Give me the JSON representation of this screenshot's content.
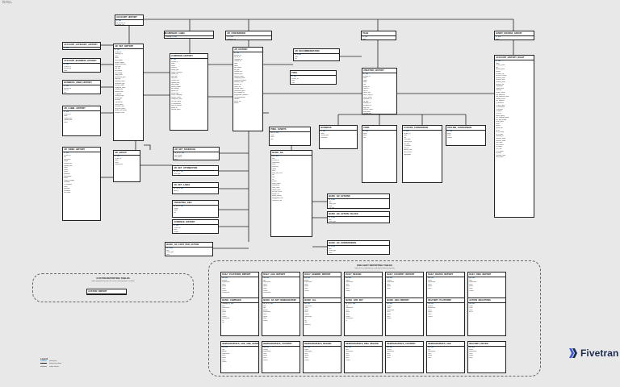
{
  "header": {
    "line1": "dbt_fivetran",
    "line2": "ERD diagram"
  },
  "brand": {
    "name": "Fivetran",
    "color": "#1d2b4f",
    "accent": "#3a5bd9"
  },
  "colors": {
    "line": "#222222",
    "key_highlight": "#7fbde6",
    "background": "#e8e8e8"
  },
  "legend": {
    "title": "Legend",
    "items": [
      {
        "label": "primary key",
        "color": "#7fbde6"
      },
      {
        "label": "foreign key relation",
        "color": "#222222"
      },
      {
        "label": "unique column",
        "color": "#999999"
      }
    ]
  },
  "groups": [
    {
      "id": "g_custom",
      "title": "CUSTOM REPORTING TABLES",
      "subtitle": "tables populated only when the custom reporting option is enabled"
    },
    {
      "id": "g_bottom",
      "title": "ONE-SHOT REPORTING TABLES",
      "subtitle": "tables that are replicated once and kept for historical reporting"
    }
  ],
  "tables": [
    {
      "id": "t_account_history",
      "name": "ACCOUNT_HISTORY",
      "rows": [
        "id",
        "ad_account_id",
        "created_time",
        "name",
        "status",
        "timezone"
      ]
    },
    {
      "id": "t_account_cat",
      "name": "ACCOUNT_CATEGORY_HISTORY",
      "rows": [
        "id",
        "account_id",
        "category"
      ]
    },
    {
      "id": "t_account_bus",
      "name": "ACCOUNT_BUSINESS_HISTORY",
      "rows": [
        "id",
        "account_id",
        "business_id",
        "name"
      ]
    },
    {
      "id": "t_business_uid",
      "name": "BUSINESS_USER_HISTORY",
      "rows": [
        "id",
        "business_id",
        "user_id",
        "role"
      ]
    },
    {
      "id": "t_ad_label",
      "name": "AD_LABEL_HISTORY",
      "rows": [
        "id",
        "account_id",
        "name",
        "created_time",
        "updated_time",
        "status"
      ]
    },
    {
      "id": "t_ad_video",
      "name": "AD_VIDEO_HISTORY",
      "rows": [
        "id",
        "account_id",
        "title",
        "description",
        "length",
        "created_time",
        "updated_time",
        "status",
        "source",
        "picture",
        "published",
        "embeddable",
        "format",
        "content_category",
        "thumbnail",
        "is_instagram",
        "views",
        "permalink",
        "backdated",
        "live_status"
      ]
    },
    {
      "id": "t_adset_history",
      "name": "AD_SET_HISTORY",
      "rows": [
        "id",
        "account_id",
        "campaign_id",
        "name",
        "status",
        "daily_budget",
        "lifetime_budget",
        "budget_remaining",
        "start_time",
        "end_time",
        "bid_amount",
        "bid_strategy",
        "billing_event",
        "optimization_goal",
        "targeting",
        "promoted_object",
        "destination_type",
        "effective_status",
        "configured_status",
        "created_time",
        "updated_time",
        "is_dynamic",
        "learning_stage",
        "pacing_type",
        "recurring",
        "rf_prediction",
        "source_adset",
        "attribution_spec",
        "daily_min_spend",
        "lifetime_min_spend",
        "instagram_actor"
      ]
    },
    {
      "id": "t_ad_group",
      "name": "AD_GROUP",
      "rows": [
        "id",
        "account_id",
        "name",
        "status",
        "created_time"
      ]
    },
    {
      "id": "t_campaign_hist",
      "name": "CAMPAIGN_HISTORY",
      "rows": [
        "id",
        "account_id",
        "name",
        "status",
        "objective",
        "buying_type",
        "budget_rebalance",
        "spend_cap",
        "start_time",
        "stop_time",
        "created_time",
        "updated_time",
        "daily_budget",
        "lifetime_budget",
        "bid_strategy",
        "special_ad",
        "pacing_type",
        "source_campaign",
        "effective_status",
        "configured_status",
        "can_use_spend",
        "is_skadnetwork",
        "smart_promotion",
        "topline_id",
        "boosted_object"
      ]
    },
    {
      "id": "t_campaign_label",
      "name": "CAMPAIGN_LABEL",
      "rows": [
        "campaign_id",
        "label_id"
      ]
    },
    {
      "id": "t_ad_history",
      "name": "AD_HISTORY",
      "rows": [
        "id",
        "account_id",
        "ad_set_id",
        "campaign_id",
        "creative_id",
        "name",
        "status",
        "bid_amount",
        "bid_type",
        "created_time",
        "updated_time",
        "effective_status",
        "configured_status",
        "conversion_domain",
        "demolink_hash",
        "preview_url",
        "source_ad",
        "tracking_specs",
        "conversion_specs",
        "last_updated_by",
        "engagement_audience",
        "recommendations",
        "adlabels",
        "issues_info",
        "priority"
      ]
    },
    {
      "id": "t_ad_conversion",
      "name": "AD_CONVERSION",
      "rows": [
        "ad_id",
        "conversion_id",
        "value"
      ]
    },
    {
      "id": "t_ad_recommend",
      "name": "AD_RECOMMENDATION",
      "rows": [
        "ad_id",
        "code",
        "title",
        "message",
        "importance"
      ]
    },
    {
      "id": "t_creative_hist",
      "name": "CREATIVE_HISTORY",
      "rows": [
        "id",
        "account_id",
        "name",
        "status",
        "body",
        "title",
        "image_url",
        "video_id",
        "link_url",
        "object_type",
        "object_story_id",
        "call_to_action",
        "thumbnail_url",
        "url_tags",
        "template_url",
        "instagram_id",
        "page_link",
        "effective_object",
        "asset_feed",
        "created_time"
      ]
    },
    {
      "id": "t_adset_schedule",
      "name": "AD_SET_SCHEDULE",
      "rows": [
        "ad_set_id",
        "start_minute",
        "end_minute",
        "days"
      ]
    },
    {
      "id": "t_adset_attr",
      "name": "AD_SET_ATTRIBUTION",
      "rows": [
        "ad_set_id",
        "event_type",
        "window_days"
      ]
    },
    {
      "id": "t_adset_label",
      "name": "AD_SET_LABEL",
      "rows": [
        "ad_set_id",
        "label_id"
      ]
    },
    {
      "id": "t_targeting_geo",
      "name": "TARGETING_GEO",
      "rows": [
        "ad_set_id",
        "country",
        "region",
        "city"
      ]
    },
    {
      "id": "t_audience_hist",
      "name": "AUDIENCE_HISTORY",
      "rows": [
        "id",
        "account_id",
        "name",
        "subtype",
        "size"
      ]
    },
    {
      "id": "t_insights",
      "name": "BASIC_AD",
      "rows": [
        "ad_id",
        "date",
        "account_id",
        "impressions",
        "reach",
        "frequency",
        "spend",
        "clicks",
        "inline_link_clicks",
        "cpc",
        "cpm",
        "ctr",
        "actions",
        "action_values",
        "conversions",
        "video_views",
        "unique_clicks",
        "cost_per_action",
        "website_ctr",
        "quality_ranking",
        "engagement_rate",
        "conversion_rate"
      ]
    },
    {
      "id": "t_ad_actions",
      "name": "BASIC_AD_ACTIONS",
      "rows": [
        "ad_id",
        "date",
        "action_type",
        "value",
        "_1d_click",
        "_7d_click",
        "_1d_view",
        "inline",
        "index"
      ]
    },
    {
      "id": "t_ad_action_val",
      "name": "BASIC_AD_ACTION_VALUES",
      "rows": [
        "ad_id",
        "date",
        "action_type",
        "value"
      ]
    },
    {
      "id": "t_ad_conv",
      "name": "BASIC_AD_CONVERSIONS",
      "rows": [
        "ad_id",
        "date",
        "action_type",
        "value"
      ]
    },
    {
      "id": "t_ad_cost",
      "name": "BASIC_AD_COST_PER_ACTION",
      "rows": [
        "ad_id",
        "date",
        "action_type",
        "value"
      ]
    },
    {
      "id": "t_page",
      "name": "PAGE",
      "rows": [
        "id",
        "name",
        "category",
        "link"
      ]
    },
    {
      "id": "t_pixel",
      "name": "PIXEL",
      "rows": [
        "id",
        "account_id",
        "name",
        "code",
        "created_time"
      ]
    },
    {
      "id": "t_pixel_events",
      "name": "PIXEL_EVENTS",
      "rows": [
        "pixel_id",
        "event",
        "count",
        "date"
      ]
    },
    {
      "id": "t_business",
      "name": "BUSINESS",
      "rows": [
        "id",
        "name",
        "created_time",
        "verification"
      ]
    },
    {
      "id": "t_user",
      "name": "USER",
      "rows": [
        "id",
        "name",
        "email",
        "role"
      ]
    },
    {
      "id": "t_custom_conv",
      "name": "CUSTOM_CONVERSION",
      "rows": [
        "id",
        "account_id",
        "name",
        "rule",
        "event_type",
        "created_time",
        "last_fired",
        "is_archived",
        "pixel_id",
        "default_value",
        "data_sources",
        "aggregation"
      ]
    },
    {
      "id": "t_offline_conv",
      "name": "OFFLINE_CONVERSION",
      "rows": [
        "id",
        "name",
        "event",
        "upload"
      ]
    },
    {
      "id": "t_event_source",
      "name": "EVENT_SOURCE_GROUP",
      "rows": [
        "id",
        "name",
        "owner",
        "created_time"
      ]
    },
    {
      "id": "t_product_cat",
      "name": "PRODUCT_CATALOG",
      "rows": [
        "id",
        "name",
        "vertical",
        "product_count"
      ]
    },
    {
      "id": "t_account_hist_r",
      "name": "ACCOUNT_HISTORY_RIGHT",
      "rows": [
        "id",
        "name",
        "account_status",
        "age",
        "amount_spent",
        "balance",
        "business_city",
        "business_country",
        "business_name",
        "business_state",
        "business_street",
        "business_zip",
        "capabilities",
        "created_time",
        "currency",
        "disable_reason",
        "end_advertiser",
        "end_advertiser_name",
        "funding_source",
        "has_migrated",
        "is_attribution",
        "is_direct_deals",
        "is_notifications",
        "is_personal",
        "is_prepay",
        "is_tax_id",
        "media_agency",
        "min_campaign_group",
        "min_daily_budget",
        "offsite_pixels",
        "owner",
        "partner",
        "spend_cap",
        "tax_id",
        "tax_id_status",
        "tax_id_type",
        "timezone_id",
        "timezone_name",
        "timezone_offset",
        "user_tasks",
        "user_access",
        "io_number",
        "is_in_3ds",
        "is_in_middle",
        "fb_entity",
        "extended_credit",
        "direct_deals"
      ]
    },
    {
      "id": "t_custom_rep",
      "name": "CUSTOM_REPORT",
      "rows": [
        "id",
        "name"
      ]
    },
    {
      "id": "t_r1",
      "name": "DAILY_PLATFORM_REPORT",
      "rows": [
        "date",
        "platform",
        "impressions",
        "clicks",
        "spend",
        "reach",
        "actions",
        "conversions"
      ]
    },
    {
      "id": "t_r2",
      "name": "DAILY_AGE_REPORT",
      "rows": [
        "date",
        "age",
        "impressions",
        "clicks",
        "spend",
        "reach",
        "actions",
        "conversions"
      ]
    },
    {
      "id": "t_r3",
      "name": "DAILY_GENDER_REPORT",
      "rows": [
        "date",
        "gender",
        "impressions",
        "clicks",
        "spend",
        "reach",
        "actions"
      ]
    },
    {
      "id": "t_r4",
      "name": "DAILY_REGION",
      "rows": [
        "date",
        "region",
        "impressions",
        "clicks",
        "spend",
        "reach",
        "actions"
      ]
    },
    {
      "id": "t_r5",
      "name": "DAILY_COUNTRY_REPORT",
      "rows": [
        "date",
        "country",
        "impressions",
        "clicks",
        "spend",
        "reach"
      ]
    },
    {
      "id": "t_r6",
      "name": "DAILY_DEVICE_REPORT",
      "rows": [
        "date",
        "device",
        "impressions",
        "clicks",
        "spend",
        "reach"
      ]
    },
    {
      "id": "t_r7",
      "name": "DAILY_DMA_REPORT",
      "rows": [
        "date",
        "dma",
        "impressions",
        "clicks",
        "spend",
        "reach",
        "actions"
      ]
    },
    {
      "id": "t_r8",
      "name": "BASIC_CAMPAIGN",
      "rows": [
        "campaign_id",
        "date",
        "impressions",
        "clicks",
        "spend",
        "reach",
        "actions",
        "conversions",
        "ctr",
        "cpc"
      ]
    },
    {
      "id": "t_r9",
      "name": "BASIC_AD_SET_DEMOGRAPHIC",
      "rows": [
        "ad_set_id",
        "date",
        "age",
        "gender",
        "impressions",
        "clicks",
        "spend",
        "reach",
        "actions"
      ]
    },
    {
      "id": "t_r10",
      "name": "BASIC_ALL",
      "rows": [
        "date",
        "impressions",
        "clicks",
        "spend",
        "reach",
        "actions",
        "conversions",
        "ctr",
        "cpc",
        "cpm",
        "frequency"
      ]
    },
    {
      "id": "t_r11",
      "name": "BASIC_ADS_SET",
      "rows": [
        "ad_set_id",
        "date",
        "impressions",
        "clicks",
        "spend",
        "reach",
        "actions",
        "conversions",
        "ctr"
      ]
    },
    {
      "id": "t_r12",
      "name": "BASIC_GEO_REPORT",
      "rows": [
        "date",
        "country",
        "region",
        "impressions",
        "clicks",
        "spend",
        "reach",
        "actions"
      ]
    },
    {
      "id": "t_r13",
      "name": "DELIVERY_PLATFORM",
      "rows": [
        "date",
        "platform",
        "impressions",
        "clicks",
        "spend",
        "reach",
        "actions"
      ]
    },
    {
      "id": "t_r14",
      "name": "ACTION_REACTIONS",
      "rows": [
        "date",
        "action",
        "count",
        "value",
        "ad_id"
      ]
    },
    {
      "id": "t_r15",
      "name": "DEMOGRAPHICS_AGE_AND_GENDER",
      "rows": [
        "date",
        "age",
        "gender",
        "impressions",
        "clicks",
        "spend",
        "reach",
        "actions"
      ]
    },
    {
      "id": "t_r16",
      "name": "DEMOGRAPHICS_COUNTRY",
      "rows": [
        "date",
        "country",
        "impressions",
        "clicks",
        "spend",
        "reach",
        "actions"
      ]
    },
    {
      "id": "t_r17",
      "name": "DEMOGRAPHICS_REGION",
      "rows": [
        "date",
        "region",
        "impressions",
        "clicks",
        "spend",
        "reach",
        "actions"
      ]
    },
    {
      "id": "t_r18",
      "name": "DEMOGRAPHICS_DMA_REGION",
      "rows": [
        "date",
        "dma",
        "impressions",
        "clicks",
        "spend",
        "reach",
        "actions"
      ]
    },
    {
      "id": "t_r19",
      "name": "DEMOGRAPHICS_COUNTRY",
      "rows": [
        "date",
        "country",
        "impressions",
        "clicks",
        "spend",
        "reach"
      ]
    },
    {
      "id": "t_r20",
      "name": "DEMOGRAPHICS_AGE",
      "rows": [
        "date",
        "age",
        "impressions",
        "clicks",
        "spend",
        "reach"
      ]
    },
    {
      "id": "t_r21",
      "name": "DELIVERY_DEVICE",
      "rows": [
        "date",
        "device",
        "impressions",
        "clicks",
        "spend",
        "reach"
      ]
    }
  ]
}
